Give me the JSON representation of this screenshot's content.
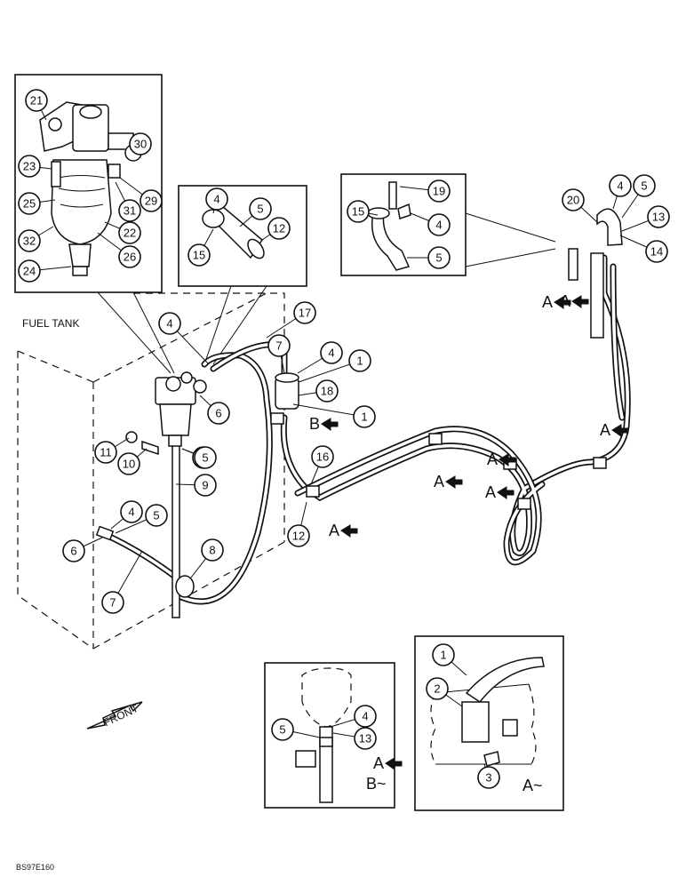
{
  "labels": {
    "fuel_tank": "FUEL TANK",
    "front": "FRONT",
    "view_a": "A~",
    "view_b": "B~",
    "drawing_code": "BS97E160"
  },
  "arrow_letters": [
    "A",
    "A",
    "A",
    "A",
    "A",
    "A",
    "B",
    "A",
    "A"
  ],
  "callouts": [
    "21",
    "30",
    "23",
    "25",
    "29",
    "31",
    "22",
    "26",
    "32",
    "24",
    "4",
    "5",
    "12",
    "15",
    "19",
    "15",
    "4",
    "5",
    "20",
    "4",
    "5",
    "13",
    "14",
    "17",
    "4",
    "7",
    "4",
    "1",
    "18",
    "1",
    "5",
    "6",
    "11",
    "10",
    "5",
    "9",
    "16",
    "12",
    "4",
    "5",
    "6",
    "7",
    "8",
    "1",
    "2",
    "3",
    "5",
    "4",
    "13"
  ]
}
